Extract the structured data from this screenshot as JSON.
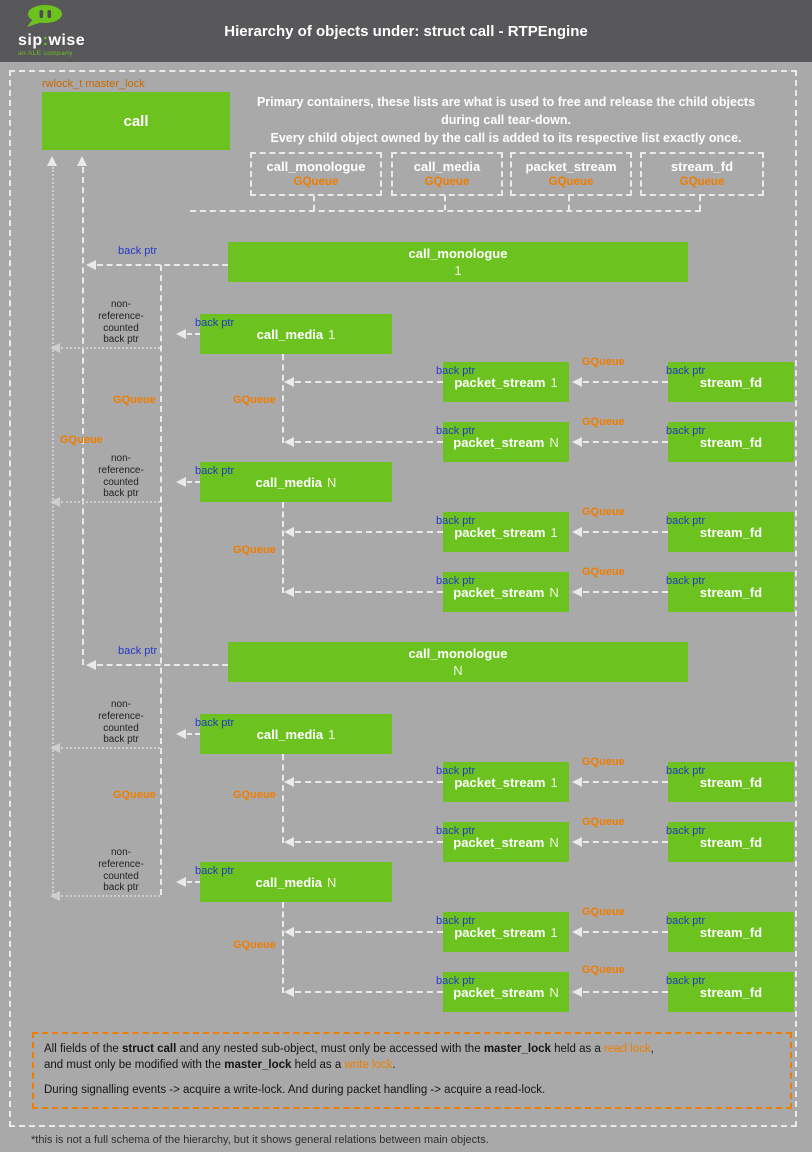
{
  "header": {
    "title": "Hierarchy of objects under: struct call - RTPEngine",
    "logo_sip": "sip",
    "logo_colon": ":",
    "logo_wise": "wise",
    "logo_tagline": "an ALE company"
  },
  "master_lock_label": "rwlock_t master_lock",
  "intro": {
    "line1": "Primary containers, these lists are what is used to free and release the child objects during call tear-down.",
    "line2": "Every child object owned by the call is added to its respective list exactly once."
  },
  "containers": [
    {
      "name": "call_monologue",
      "type": "GQueue"
    },
    {
      "name": "call_media",
      "type": "GQueue"
    },
    {
      "name": "packet_stream",
      "type": "GQueue"
    },
    {
      "name": "stream_fd",
      "type": "GQueue"
    }
  ],
  "diagram": {
    "call_label": "call",
    "monologues": [
      {
        "label": "call_monologue",
        "suffix": "1"
      },
      {
        "label": "call_monologue",
        "suffix": "N"
      }
    ],
    "media": [
      {
        "label": "call_media",
        "suffix": "1"
      },
      {
        "label": "call_media",
        "suffix": "N"
      },
      {
        "label": "call_media",
        "suffix": "1"
      },
      {
        "label": "call_media",
        "suffix": "N"
      }
    ],
    "streams": [
      {
        "ps_label": "packet_stream",
        "ps_suffix": "1",
        "fd_label": "stream_fd"
      },
      {
        "ps_label": "packet_stream",
        "ps_suffix": "N",
        "fd_label": "stream_fd"
      },
      {
        "ps_label": "packet_stream",
        "ps_suffix": "1",
        "fd_label": "stream_fd"
      },
      {
        "ps_label": "packet_stream",
        "ps_suffix": "N",
        "fd_label": "stream_fd"
      },
      {
        "ps_label": "packet_stream",
        "ps_suffix": "1",
        "fd_label": "stream_fd"
      },
      {
        "ps_label": "packet_stream",
        "ps_suffix": "N",
        "fd_label": "stream_fd"
      },
      {
        "ps_label": "packet_stream",
        "ps_suffix": "1",
        "fd_label": "stream_fd"
      },
      {
        "ps_label": "packet_stream",
        "ps_suffix": "N",
        "fd_label": "stream_fd"
      }
    ],
    "labels": {
      "back_ptr": "back ptr",
      "gqueue": "GQueue",
      "non_ref": [
        "non-",
        "reference-",
        "counted",
        "back ptr"
      ]
    }
  },
  "legend": {
    "line1": [
      "All fields of the ",
      "struct call",
      " and any nested sub-object, must only be accessed with the ",
      "master_lock",
      " held as a ",
      "read lock",
      ","
    ],
    "line2": [
      "and must only be modified with the ",
      "master_lock",
      " held as a ",
      "write lock",
      "."
    ],
    "line3": "During signalling events -> acquire a write-lock. And during packet handling -> acquire a read-lock."
  },
  "footnote": "*this is not a full schema of the hierarchy, but it shows general relations between main objects.",
  "colors": {
    "green": "#6cc21e",
    "orange": "#ef7d00",
    "blue": "#2438c8",
    "header_gray": "#58585a",
    "background_gray": "#a9a9a9"
  }
}
